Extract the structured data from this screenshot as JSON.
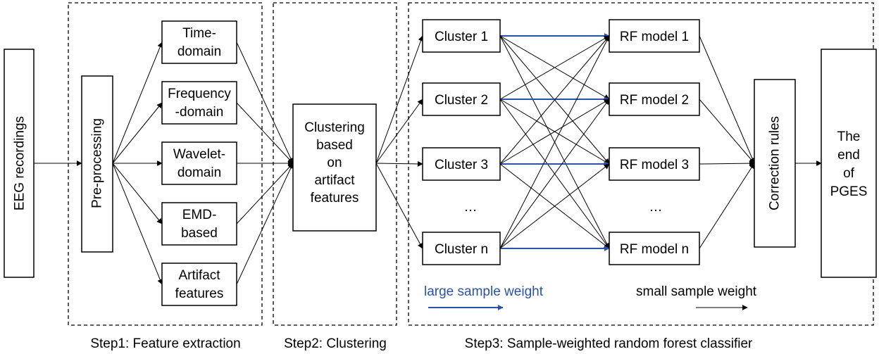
{
  "inputs": {
    "eeg_label": "EEG recordings",
    "preprocess_label": "Pre-processing"
  },
  "features": [
    [
      "Time-",
      "domain"
    ],
    [
      "Frequency",
      "-domain"
    ],
    [
      "Wavelet-",
      "domain"
    ],
    [
      "EMD-",
      "based"
    ],
    [
      "Artifact",
      "features"
    ]
  ],
  "clustering_label": [
    "Clustering",
    "based",
    "on",
    "artifact",
    "features"
  ],
  "clusters": [
    "Cluster 1",
    "Cluster 2",
    "Cluster 3",
    "Cluster n"
  ],
  "models": [
    "RF model 1",
    "RF model 2",
    "RF model 3",
    "RF model n"
  ],
  "ellipsis": "…",
  "correction_label": "Correction rules",
  "end_label": [
    "The",
    "end",
    "of",
    "PGES"
  ],
  "legend": {
    "large": "large sample weight",
    "small": "small sample weight",
    "large_color": "#2a52a8"
  },
  "steps": [
    "Step1: Feature extraction",
    "Step2: Clustering",
    "Step3: Sample-weighted random forest classifier"
  ]
}
